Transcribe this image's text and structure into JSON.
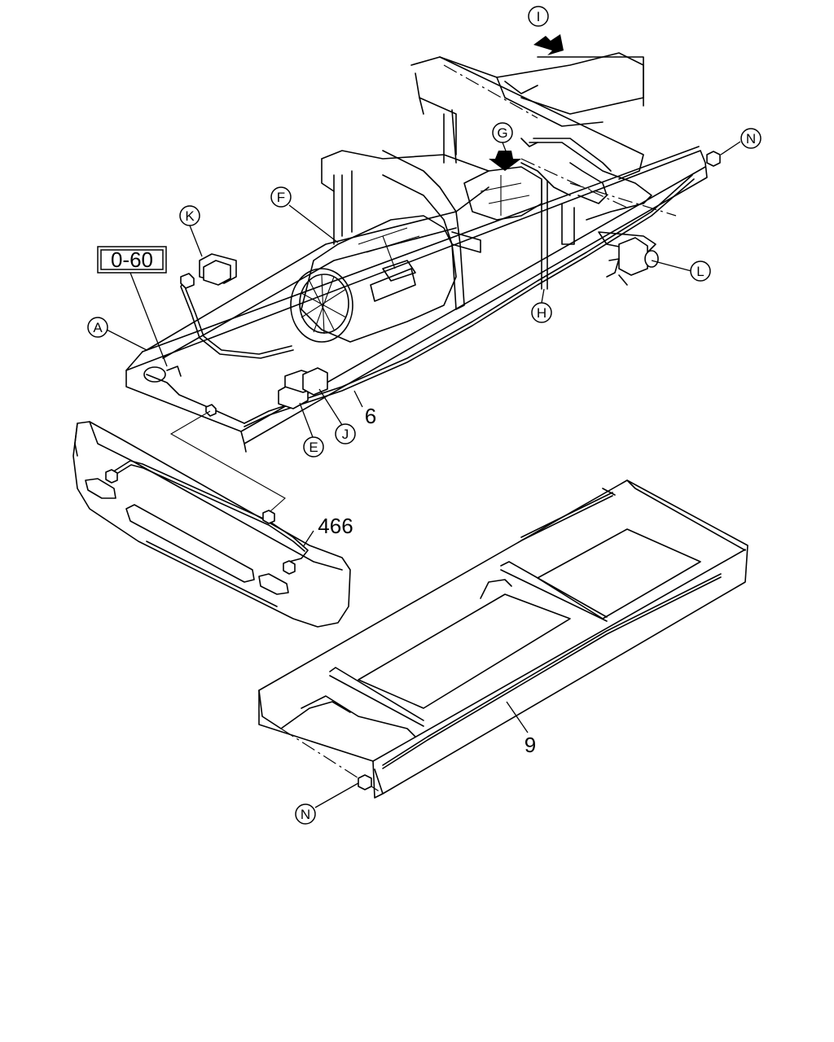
{
  "callouts": {
    "A": "A",
    "E": "E",
    "F": "F",
    "G": "G",
    "H": "H",
    "I": "I",
    "J": "J",
    "K": "K",
    "L": "L",
    "N_top": "N",
    "N_bottom": "N"
  },
  "part_numbers": {
    "p6": "6",
    "p9": "9",
    "p466": "466"
  },
  "reference_box": "0-60"
}
